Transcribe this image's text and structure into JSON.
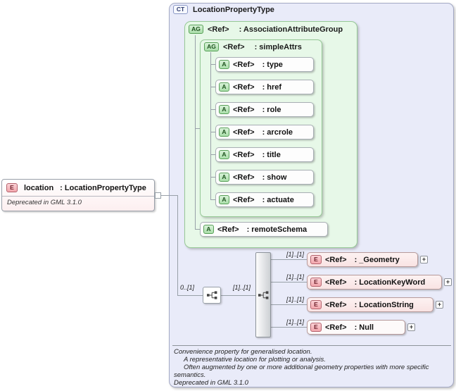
{
  "palette": {
    "panel_blue": "#e9ebf9",
    "panel_green": "#e7f8e8",
    "element_pink": "#f9e3e3",
    "badge_green": "#aadeaa",
    "badge_pink": "#f2a6ac",
    "line_gray": "#98a0a8"
  },
  "root_element": {
    "icon": "E",
    "name": "location",
    "type": ": LocationPropertyType",
    "annotation": "Deprecated in GML 3.1.0"
  },
  "complex_type": {
    "icon": "CT",
    "title": "LocationPropertyType",
    "attr_group": {
      "icon": "AG",
      "ref": "<Ref>",
      "label": ": AssociationAttributeGroup",
      "inner_group": {
        "icon": "AG",
        "ref": "<Ref>",
        "label": ": simpleAttrs",
        "attributes": [
          {
            "icon": "A",
            "ref": "<Ref>",
            "label": ": type"
          },
          {
            "icon": "A",
            "ref": "<Ref>",
            "label": ": href"
          },
          {
            "icon": "A",
            "ref": "<Ref>",
            "label": ": role"
          },
          {
            "icon": "A",
            "ref": "<Ref>",
            "label": ": arcrole"
          },
          {
            "icon": "A",
            "ref": "<Ref>",
            "label": ": title"
          },
          {
            "icon": "A",
            "ref": "<Ref>",
            "label": ": show"
          },
          {
            "icon": "A",
            "ref": "<Ref>",
            "label": ": actuate"
          }
        ]
      },
      "remote_schema": {
        "icon": "A",
        "ref": "<Ref>",
        "label": ": remoteSchema"
      }
    },
    "content_model": {
      "outer_cardinality": "0..[1]",
      "mid_cardinality": "[1]..[1]",
      "elements": [
        {
          "cardinality": "[1]..[1]",
          "icon": "E",
          "ref": "<Ref>",
          "label": ": _Geometry",
          "expand": "+"
        },
        {
          "cardinality": "[1]..[1]",
          "icon": "E",
          "ref": "<Ref>",
          "label": ": LocationKeyWord",
          "expand": "+"
        },
        {
          "cardinality": "[1]..[1]",
          "icon": "E",
          "ref": "<Ref>",
          "label": ": LocationString",
          "expand": "+"
        },
        {
          "cardinality": "[1]..[1]",
          "icon": "E",
          "ref": "<Ref>",
          "label": ": Null",
          "expand": "+"
        }
      ]
    },
    "annotation": {
      "lines": [
        "Convenience property for generalised location.",
        "A representative location for plotting or analysis.",
        "Often augmented by one or more additional geometry properties with more specific",
        "semantics.",
        "Deprecated in GML 3.1.0"
      ]
    }
  }
}
